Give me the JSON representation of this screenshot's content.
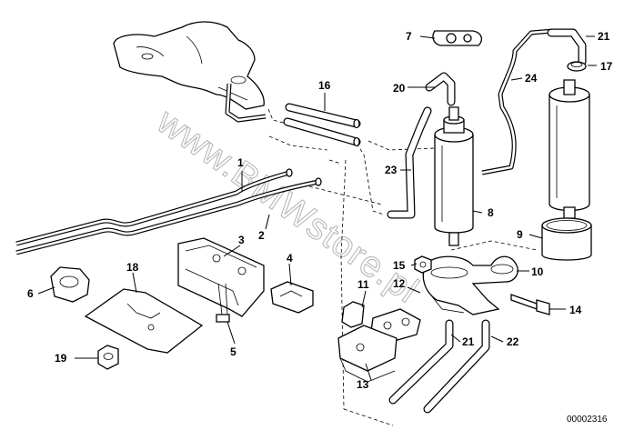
{
  "diagram": {
    "watermark": "www.BMWstore.pl",
    "document_number": "00002316",
    "callouts": [
      {
        "id": "c1",
        "text": "1"
      },
      {
        "id": "c2",
        "text": "2"
      },
      {
        "id": "c3",
        "text": "3"
      },
      {
        "id": "c4",
        "text": "4"
      },
      {
        "id": "c5",
        "text": "5"
      },
      {
        "id": "c6",
        "text": "6"
      },
      {
        "id": "c7",
        "text": "7"
      },
      {
        "id": "c8",
        "text": "8"
      },
      {
        "id": "c9",
        "text": "9"
      },
      {
        "id": "c10",
        "text": "10"
      },
      {
        "id": "c11",
        "text": "11"
      },
      {
        "id": "c12",
        "text": "12"
      },
      {
        "id": "c13",
        "text": "13"
      },
      {
        "id": "c14",
        "text": "14"
      },
      {
        "id": "c15",
        "text": "15"
      },
      {
        "id": "c16",
        "text": "16"
      },
      {
        "id": "c17",
        "text": "17"
      },
      {
        "id": "c18",
        "text": "18"
      },
      {
        "id": "c19",
        "text": "19"
      },
      {
        "id": "c20",
        "text": "20"
      },
      {
        "id": "c21a",
        "text": "21"
      },
      {
        "id": "c21b",
        "text": "21"
      },
      {
        "id": "c22",
        "text": "22"
      },
      {
        "id": "c23",
        "text": "23"
      },
      {
        "id": "c24",
        "text": "24"
      }
    ]
  }
}
